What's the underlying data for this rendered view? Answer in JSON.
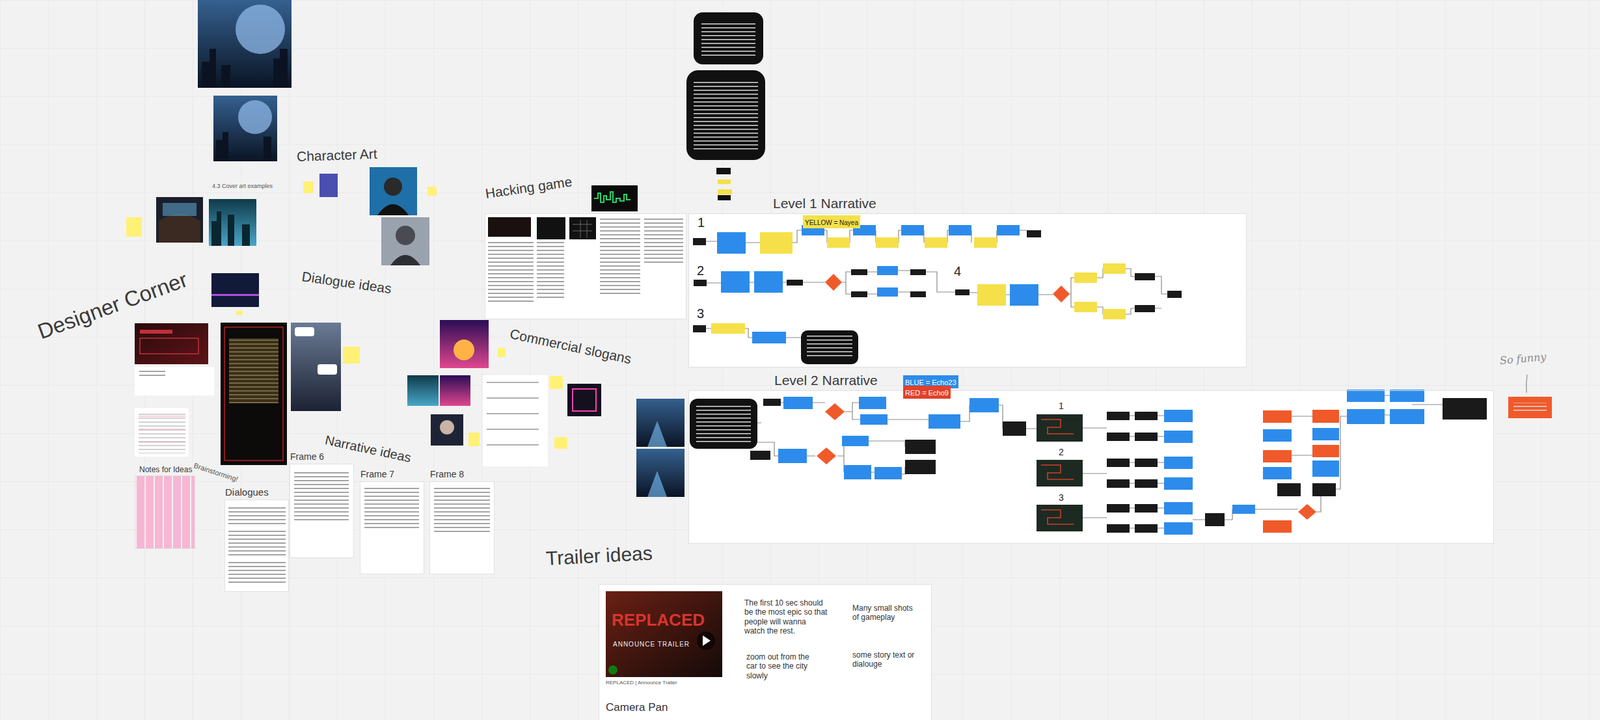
{
  "diagram": {
    "nodes": [
      {
        "text": [
          "Hacking game"
        ]
      },
      {
        "text": [
          "Level 1 Narrative"
        ]
      },
      {
        "text": [
          "Level 2 Narrative"
        ]
      },
      {
        "text": [
          "Dialogues"
        ]
      },
      {
        "text": [
          "Frame 6"
        ]
      },
      {
        "text": [
          "Frame 7"
        ]
      },
      {
        "text": [
          "Frame 8"
        ]
      },
      {
        "text": [
          "Notes for Ideas"
        ]
      },
      {
        "text": [
          "Trailer ideas"
        ]
      }
    ],
    "labels": [
      "Designer Corner",
      "Character Art",
      "4.3 Cover art examples",
      "Dialogue ideas",
      "Commercial slogans",
      "Narrative ideas",
      "Brainstorming!",
      "1",
      "2",
      "3",
      "4",
      "1",
      "2",
      "3",
      "So funny",
      "The first 10 sec should be the most epic so that people will wanna watch the rest.",
      "Many small shots of gameplay",
      "zoom out from the car to see the city slowly",
      "some story text or dialouge",
      "REPLACED",
      "ANNOUNCE TRAILER",
      "REPLACED | Announce Trailer",
      "Camera Pan"
    ],
    "legend": [
      {
        "text": "YELLOW = Nayea",
        "color": "#f5e04a"
      },
      {
        "text": "BLUE = Echo23",
        "color": "#2d8ceb"
      },
      {
        "text": "RED = Echo9",
        "color": "#e0412b"
      }
    ]
  }
}
